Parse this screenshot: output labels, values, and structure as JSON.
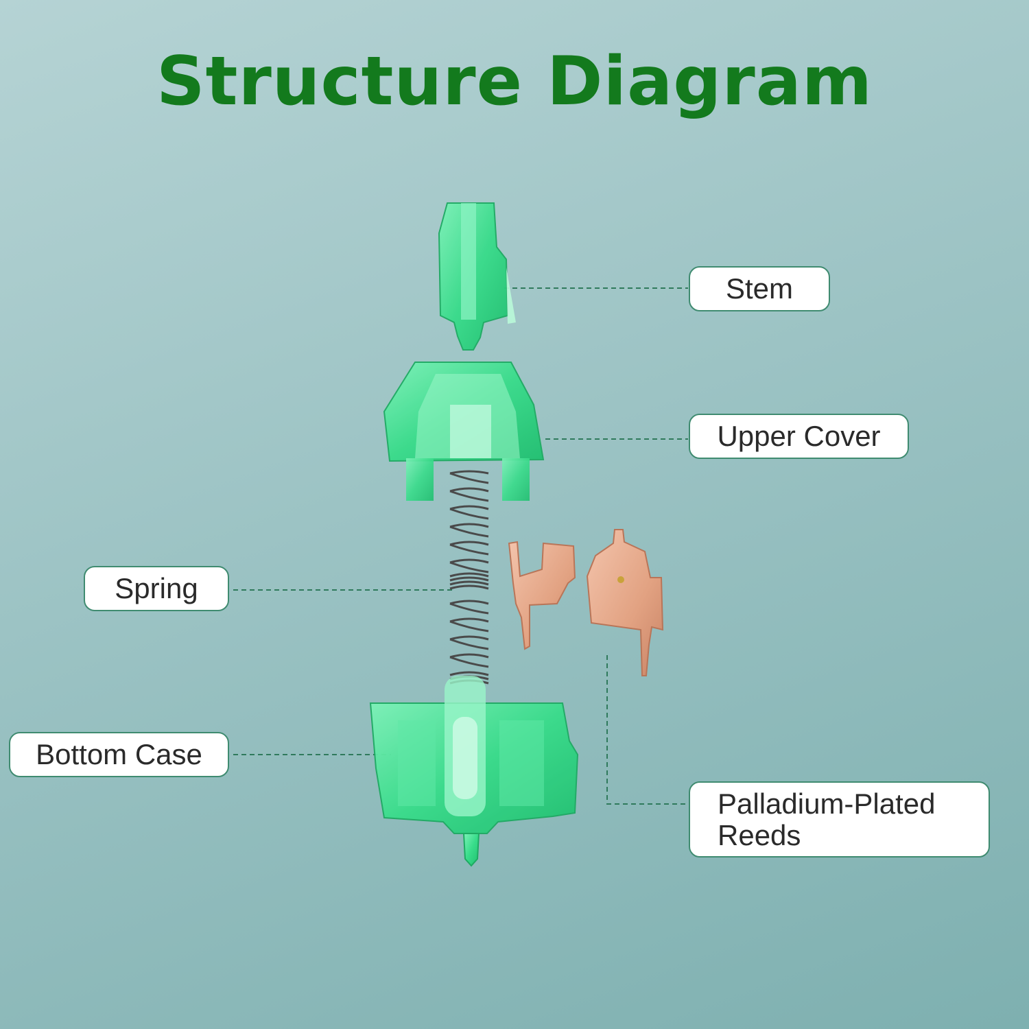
{
  "title": "Structure Diagram",
  "colors": {
    "title": "#137a1d",
    "switch_green": "#3ee08e",
    "reed_copper": "#e3a487",
    "leader_line": "#2f7a5c"
  },
  "labels": {
    "stem": "Stem",
    "upper_cover": "Upper Cover",
    "spring": "Spring",
    "bottom_case": "Bottom Case",
    "reeds_line1": "Palladium-Plated",
    "reeds_line2": "Reeds"
  }
}
